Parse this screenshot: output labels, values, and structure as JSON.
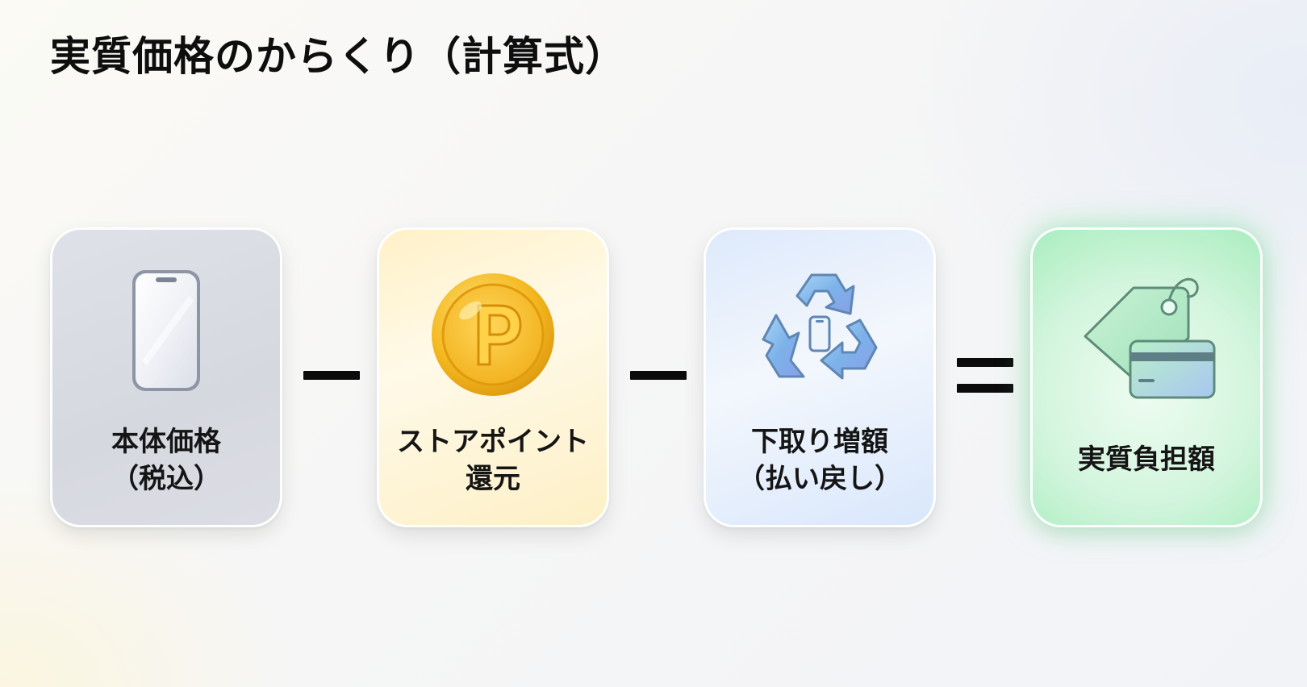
{
  "title": "実質価格のからくり（計算式）",
  "cards": [
    {
      "line1": "本体価格",
      "line2": "（税込）",
      "icon": "smartphone-icon"
    },
    {
      "line1": "ストアポイント",
      "line2": "還元",
      "icon": "point-coin-icon"
    },
    {
      "line1": "下取り増額",
      "line2": "（払い戻し）",
      "icon": "recycle-phone-icon"
    },
    {
      "line1": "実質負担額",
      "icon": "price-tag-card-icon"
    }
  ],
  "operators": [
    "−",
    "−",
    "="
  ],
  "colors": {
    "card_gray": "#d9dbe2",
    "card_yellow": "#fff3cc",
    "card_blue": "#e2ecfb",
    "card_green": "#c9f3d6",
    "coin_gold": "#f2b51c",
    "recycle_blue": "#6aa1e0"
  }
}
